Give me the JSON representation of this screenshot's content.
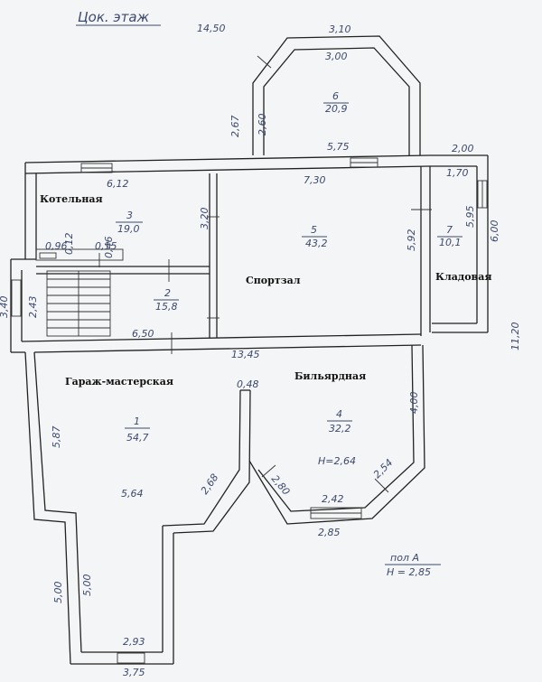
{
  "header": {
    "floor_title": "Цок. этаж",
    "overall_width": "14,50",
    "overall_height": "11,20",
    "left_height": "3,40"
  },
  "rooms": [
    {
      "id": "garage",
      "name": "Гараж-мастерская",
      "number": "1",
      "area": "54,7"
    },
    {
      "id": "corridor",
      "name": "",
      "number": "2",
      "area": "15,8"
    },
    {
      "id": "boiler",
      "name": "Котельная",
      "number": "3",
      "area": "19,0"
    },
    {
      "id": "billiard",
      "name": "Бильярдная",
      "number": "4",
      "area": "32,2",
      "height_note": "H=2,64"
    },
    {
      "id": "gym",
      "name": "Спортзал",
      "number": "5",
      "area": "43,2"
    },
    {
      "id": "bay",
      "name": "",
      "number": "6",
      "area": "20,9"
    },
    {
      "id": "storage",
      "name": "Кладовая",
      "number": "7",
      "area": "10,1"
    }
  ],
  "dimensions": {
    "bay_top_outer": "3,10",
    "bay_top_inner": "3,00",
    "bay_side_outer": "2,67",
    "bay_side_inner": "2,60",
    "bay_bottom": "5,75",
    "storage_top_outer": "2,00",
    "storage_top_inner": "1,70",
    "storage_side_inner": "5,95",
    "storage_side_outer": "6,00",
    "gym_top": "7,30",
    "gym_side": "5,92",
    "boiler_top": "6,12",
    "boiler_side": "3,20",
    "small_a": "0,96",
    "small_b": "0,12",
    "small_c": "0,15",
    "small_d": "0,46",
    "stair_height": "2,43",
    "corridor_bottom": "6,50",
    "middle_width": "13,45",
    "billiard_post": "0,48",
    "billiard_right": "4,00",
    "bay_left_wall": "2,80",
    "bay_right_wall": "2,54",
    "bay_bottom_inner": "2,42",
    "bay_bottom_outer": "2,85",
    "garage_diag": "2,68",
    "garage_left_outer": "5,87",
    "garage_left_inner": "5,64",
    "lower_left_outer": "5,00",
    "lower_left_inner": "5,00",
    "bottom_inner": "2,93",
    "bottom_outer": "3,75"
  },
  "floor_note": {
    "line1": "пол А",
    "line2": "H = 2,85"
  }
}
